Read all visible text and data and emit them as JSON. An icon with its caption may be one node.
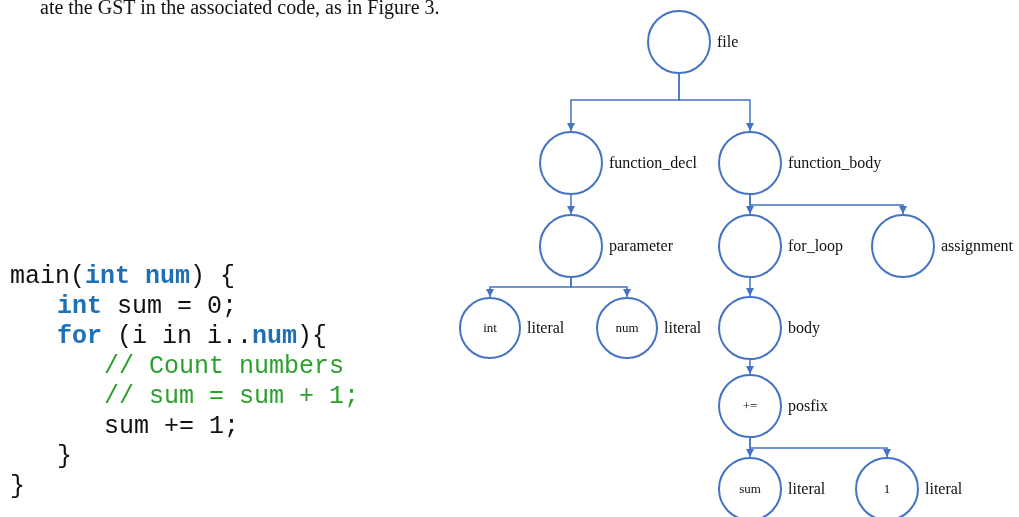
{
  "diagram": {
    "nodes": [
      {
        "text": [],
        "shape": "circle",
        "beside": [
          "file"
        ]
      },
      {
        "text": [],
        "shape": "circle",
        "beside": [
          "function_decl"
        ]
      },
      {
        "text": [],
        "shape": "circle",
        "beside": [
          "function_body"
        ]
      },
      {
        "text": [],
        "shape": "circle",
        "beside": [
          "parameter"
        ]
      },
      {
        "text": [],
        "shape": "circle",
        "beside": [
          "for_loop"
        ]
      },
      {
        "text": [],
        "shape": "circle",
        "beside": [
          "assignment"
        ]
      },
      {
        "text": [
          "int"
        ],
        "beside": [
          "literal"
        ]
      },
      {
        "text": [
          "num"
        ],
        "beside": [
          "literal"
        ]
      },
      {
        "text": [],
        "shape": "circle",
        "beside": [
          "body"
        ]
      },
      {
        "text": [
          "+="
        ],
        "beside": [
          "posfix"
        ]
      },
      {
        "text": [
          "sum"
        ],
        "beside": [
          "literal"
        ]
      },
      {
        "text": [
          "1"
        ],
        "beside": [
          "literal"
        ]
      }
    ],
    "edges": [
      {
        "from": 0,
        "to": 1,
        "arrow": "to"
      },
      {
        "from": 0,
        "to": 2,
        "arrow": "to"
      },
      {
        "from": 1,
        "to": 3,
        "arrow": "to"
      },
      {
        "from": 2,
        "to": 4,
        "arrow": "to"
      },
      {
        "from": 2,
        "to": 5,
        "arrow": "to"
      },
      {
        "from": 3,
        "to": 6,
        "arrow": "to"
      },
      {
        "from": 3,
        "to": 7,
        "arrow": "to"
      },
      {
        "from": 4,
        "to": 8,
        "arrow": "to"
      },
      {
        "from": 8,
        "to": 9,
        "arrow": "to"
      },
      {
        "from": 9,
        "to": 10,
        "arrow": "to"
      },
      {
        "from": 9,
        "to": 11,
        "arrow": "to"
      }
    ],
    "labels": [
      "ate the GST in the associated code, as in Figure 3.",
      "main(**int** **num**) {",
      "**int** sum = 0;",
      "**for** (i in i..**num**){",
      "// Count numbers",
      "// sum = sum + 1;",
      "sum += 1;",
      "}",
      "}"
    ]
  }
}
